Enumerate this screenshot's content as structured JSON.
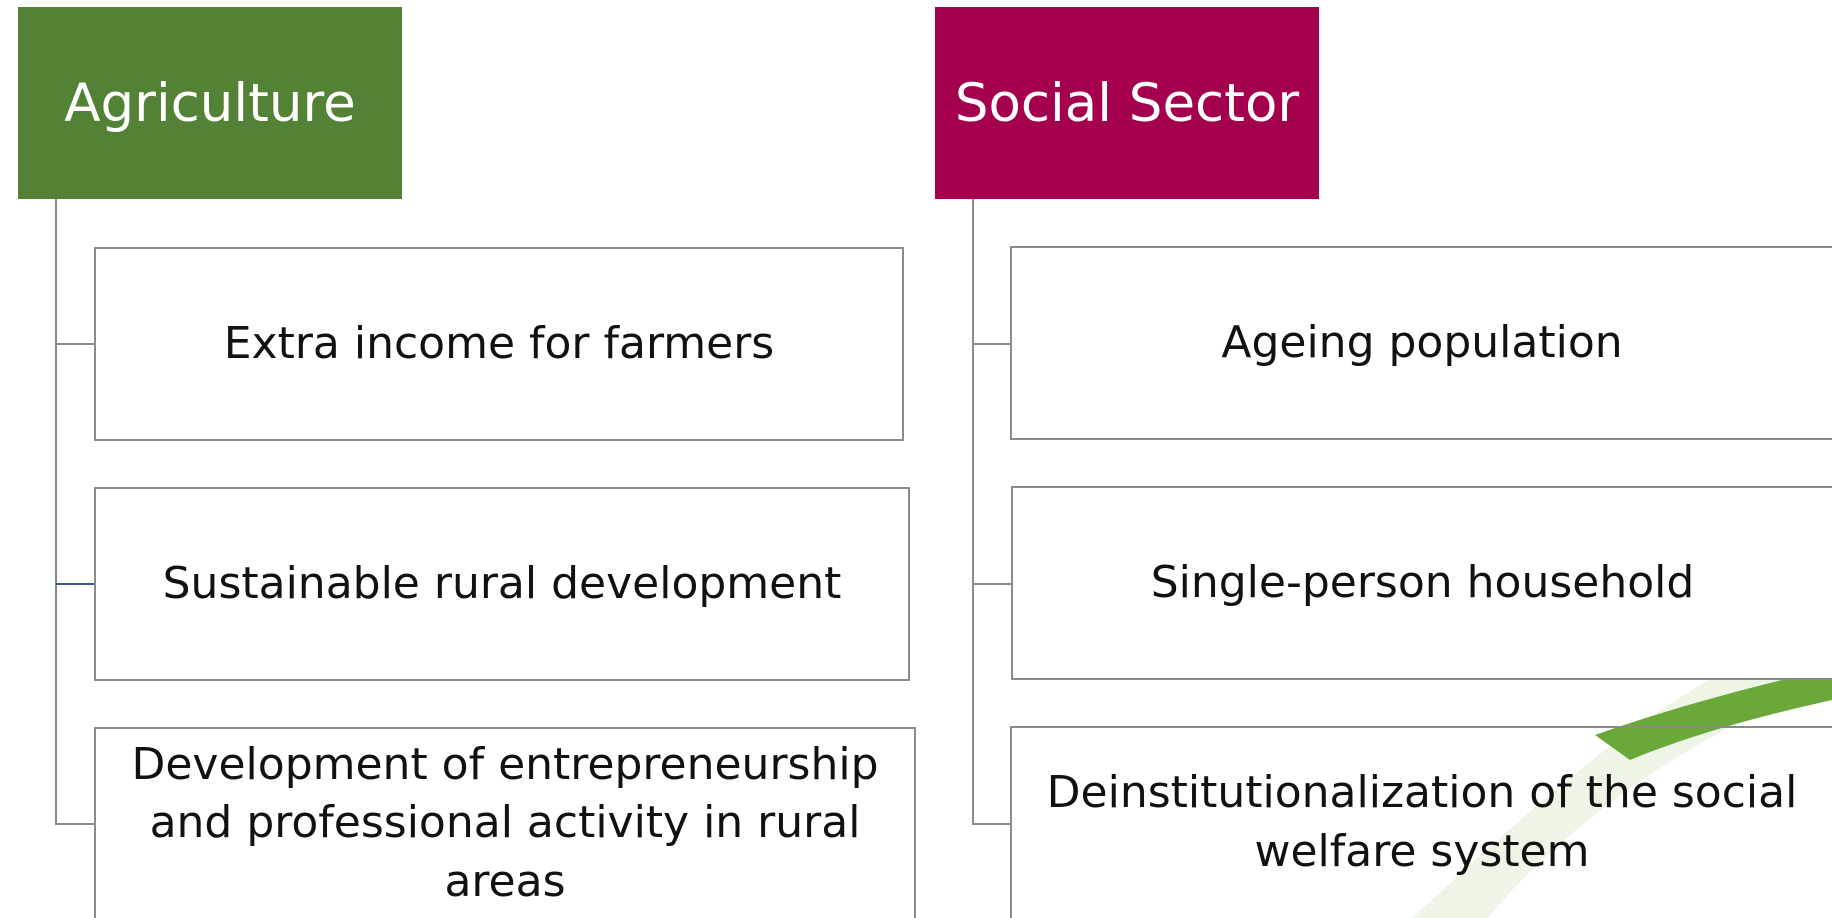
{
  "columns": [
    {
      "header": "Agriculture",
      "color": "#538135",
      "items": [
        "Extra income for farmers",
        "Sustainable rural development",
        "Development of entrepreneurship and professional activity in rural areas"
      ]
    },
    {
      "header": "Social Sector",
      "color": "#A5004E",
      "items": [
        "Ageing population",
        "Single-person household",
        "Deinstitutionalization of the social welfare system"
      ]
    }
  ],
  "colors": {
    "connector": "#8a8a8a",
    "accent_connector": "#3b5a8c",
    "decor_green": "#6aa83a",
    "decor_light": "#eef4e6"
  }
}
